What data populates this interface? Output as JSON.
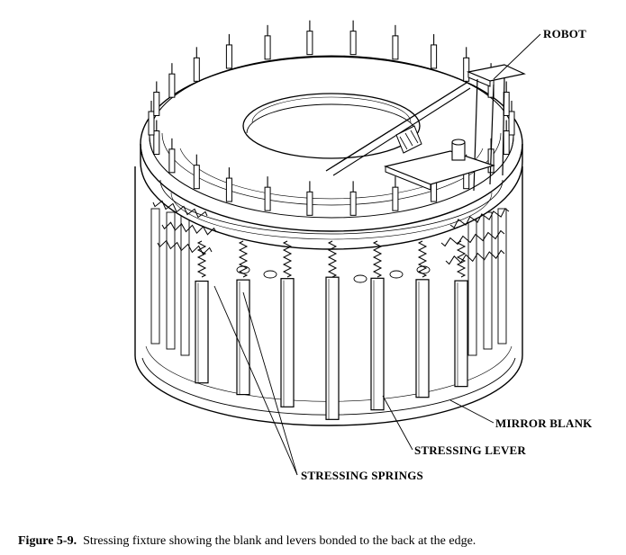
{
  "labels": {
    "robot": "ROBOT",
    "mirror_blank": "MIRROR BLANK",
    "stressing_lever": "STRESSING LEVER",
    "stressing_springs": "STRESSING SPRINGS"
  },
  "caption": {
    "number": "Figure 5-9.",
    "text": "Stressing fixture showing the blank and levers bonded to the back at the edge."
  }
}
